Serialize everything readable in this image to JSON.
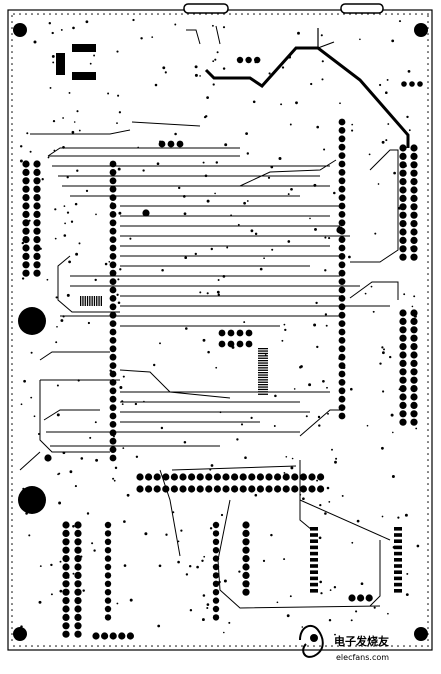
{
  "board": {
    "type": "pcb-bottom-layer-artwork",
    "ink_color": "#000000",
    "background_color": "#ffffff"
  },
  "watermark": {
    "text": "电子发烧友",
    "latin": "elecfans.com",
    "icon": "elecfans-logo-icon"
  }
}
